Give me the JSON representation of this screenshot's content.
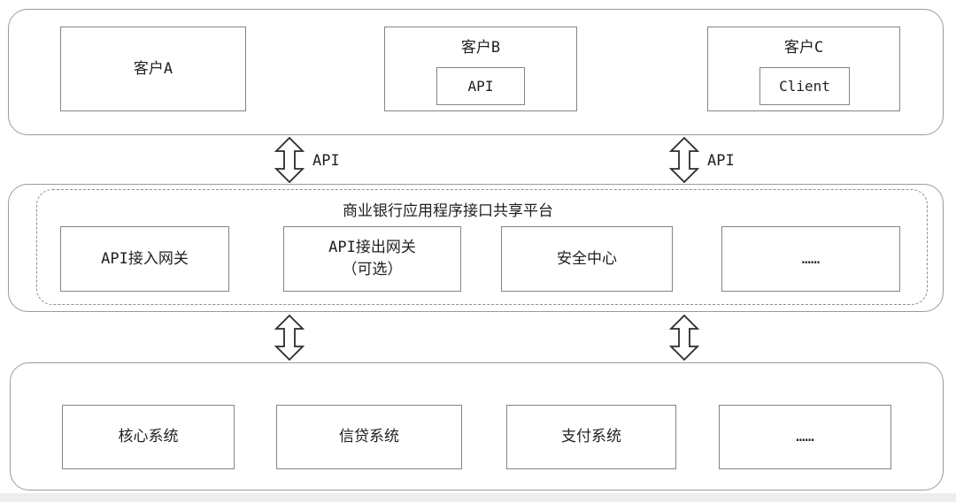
{
  "figure": {
    "top_layer": {
      "clients": [
        {
          "label": "客户A"
        },
        {
          "label": "客户B",
          "sub_label": "API"
        },
        {
          "label": "客户C",
          "sub_label": "Client"
        }
      ]
    },
    "api_links": [
      {
        "label": "API"
      },
      {
        "label": "API"
      }
    ],
    "platform_layer": {
      "title": "商业银行应用程序接口共享平台",
      "modules": [
        {
          "label": "API接入网关"
        },
        {
          "label": "API接出网关",
          "label_line2": "（可选）"
        },
        {
          "label": "安全中心"
        },
        {
          "label": "……"
        }
      ]
    },
    "backend_layer": {
      "systems": [
        {
          "label": "核心系统"
        },
        {
          "label": "信贷系统"
        },
        {
          "label": "支付系统"
        },
        {
          "label": "……"
        }
      ]
    },
    "colors": {
      "background": "#ffffff",
      "container_border": "#9b9b9b",
      "box_border": "#848484",
      "dash_border": "#8f8f8f",
      "arrow_stroke": "#2b2b2b",
      "text": "#1f1f1f"
    }
  }
}
